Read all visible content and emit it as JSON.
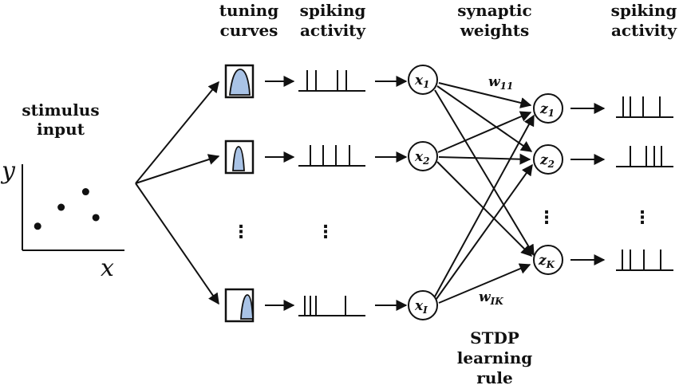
{
  "headers": {
    "tuning_curves": [
      "tuning",
      "curves"
    ],
    "spiking_activity_in": [
      "spiking",
      "activity"
    ],
    "synaptic_weights": [
      "synaptic",
      "weights"
    ],
    "spiking_activity_out": [
      "spiking",
      "activity"
    ]
  },
  "stimulus": {
    "label": [
      "stimulus",
      "input"
    ],
    "x_axis": "x",
    "y_axis": "y",
    "points": [
      [
        0.15,
        0.28
      ],
      [
        0.38,
        0.5
      ],
      [
        0.62,
        0.68
      ],
      [
        0.72,
        0.38
      ]
    ]
  },
  "input_nodes": [
    {
      "base": "x",
      "sub": "1"
    },
    {
      "base": "x",
      "sub": "2"
    },
    {
      "base": "x",
      "sub": "I"
    }
  ],
  "output_nodes": [
    {
      "base": "z",
      "sub": "1"
    },
    {
      "base": "z",
      "sub": "2"
    },
    {
      "base": "z",
      "sub": "K"
    }
  ],
  "weights": {
    "top": {
      "base": "w",
      "sub": "11"
    },
    "bottom": {
      "base": "w",
      "sub": "IK"
    }
  },
  "learning_rule": [
    "STDP",
    "learning",
    "rule"
  ],
  "ellipsis": "⋮",
  "colors": {
    "ink": "#111111",
    "tuning_fill": "#a9c3e6"
  }
}
